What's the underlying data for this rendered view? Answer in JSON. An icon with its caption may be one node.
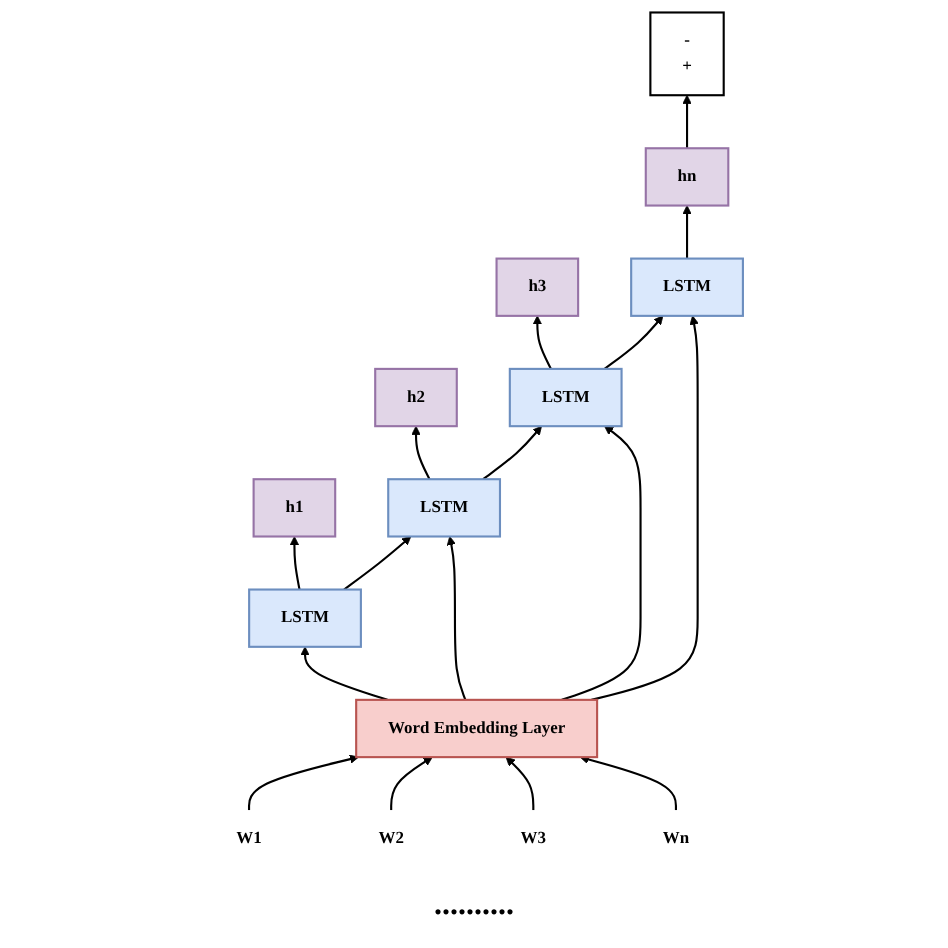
{
  "diagram": {
    "nodes": [
      {
        "text": [
          "h1"
        ]
      },
      {
        "text": [
          "h2"
        ]
      },
      {
        "text": [
          "h3"
        ]
      },
      {
        "text": [
          "hn"
        ]
      },
      {
        "text": [
          "-",
          "+"
        ]
      },
      {
        "text": [
          "LSTM"
        ]
      },
      {
        "text": [
          "LSTM"
        ]
      },
      {
        "text": [
          "LSTM"
        ]
      },
      {
        "text": [
          "LSTM"
        ]
      },
      {
        "text": [
          "Word Embedding Layer"
        ]
      },
      {
        "text": [
          "W1"
        ]
      },
      {
        "text": [
          "W2"
        ]
      },
      {
        "text": [
          "W3"
        ]
      },
      {
        "text": [
          "Wn"
        ]
      }
    ],
    "edges": [
      {
        "from": 5,
        "to": 0,
        "arrow": "to"
      },
      {
        "from": 6,
        "to": 1,
        "arrow": "to"
      },
      {
        "from": 7,
        "to": 2,
        "arrow": "to"
      },
      {
        "from": 8,
        "to": 3,
        "arrow": "to"
      },
      {
        "from": 3,
        "to": 4,
        "arrow": "to"
      },
      {
        "from": 5,
        "to": 6,
        "arrow": "to"
      },
      {
        "from": 6,
        "to": 7,
        "arrow": "to"
      },
      {
        "from": 7,
        "to": 8,
        "arrow": "to"
      },
      {
        "from": 9,
        "to": 5,
        "arrow": "to"
      },
      {
        "from": 9,
        "to": 6,
        "arrow": "to"
      },
      {
        "from": 9,
        "to": 7,
        "arrow": "to"
      },
      {
        "from": 9,
        "to": 8,
        "arrow": "to"
      },
      {
        "from": 10,
        "to": 9,
        "arrow": "to"
      },
      {
        "from": 11,
        "to": 9,
        "arrow": "to"
      },
      {
        "from": 12,
        "to": 9,
        "arrow": "to"
      },
      {
        "from": 13,
        "to": 9,
        "arrow": "to"
      }
    ],
    "labels": [
      ".........."
    ]
  }
}
